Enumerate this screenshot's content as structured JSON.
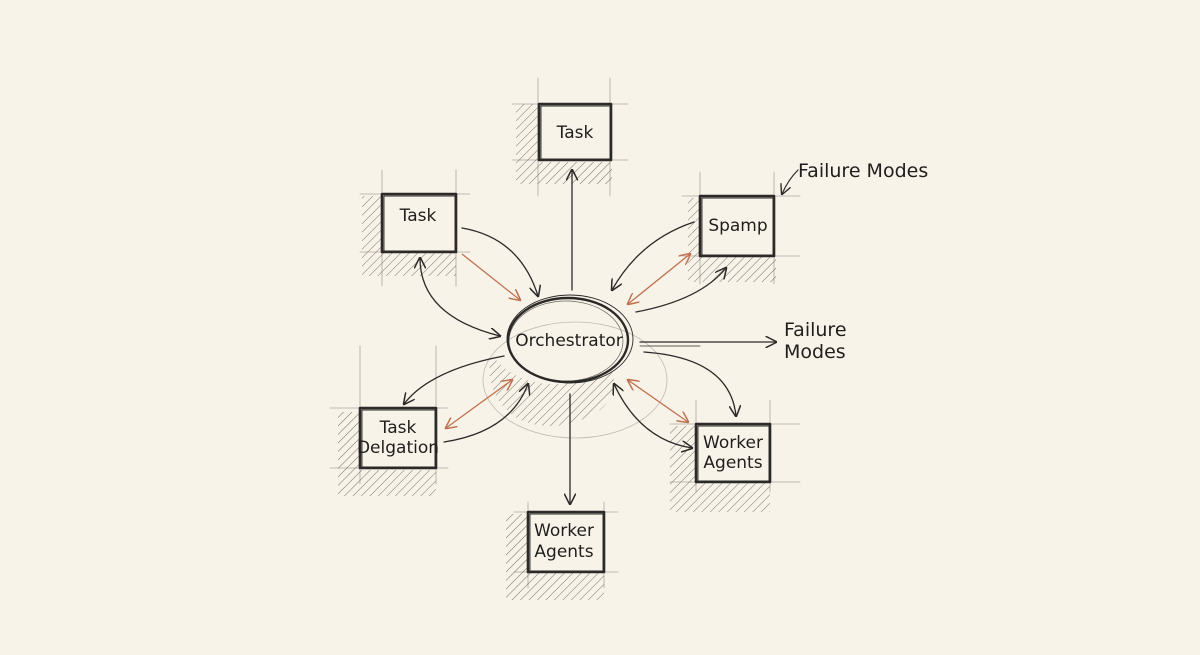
{
  "nodes": {
    "task_top": {
      "label": "Task"
    },
    "task_left": {
      "label": "Task"
    },
    "spamp": {
      "label": "Spamp"
    },
    "task_delegation": {
      "lines": [
        "Task",
        "Delgation"
      ]
    },
    "worker_right": {
      "lines": [
        "Worker",
        "Agents"
      ]
    },
    "worker_bottom": {
      "lines": [
        "Worker",
        "Agents"
      ]
    },
    "orchestrator": {
      "label": "Orchestrator"
    }
  },
  "annotations": {
    "failure_modes_top": {
      "label": "Failure Modes"
    },
    "failure_modes_right": {
      "lines": [
        "Failure",
        "Modes"
      ]
    }
  },
  "colors": {
    "ink": "#2b2a28",
    "accent_arrow": "#c0714f",
    "paper": "#f8f3e8"
  }
}
